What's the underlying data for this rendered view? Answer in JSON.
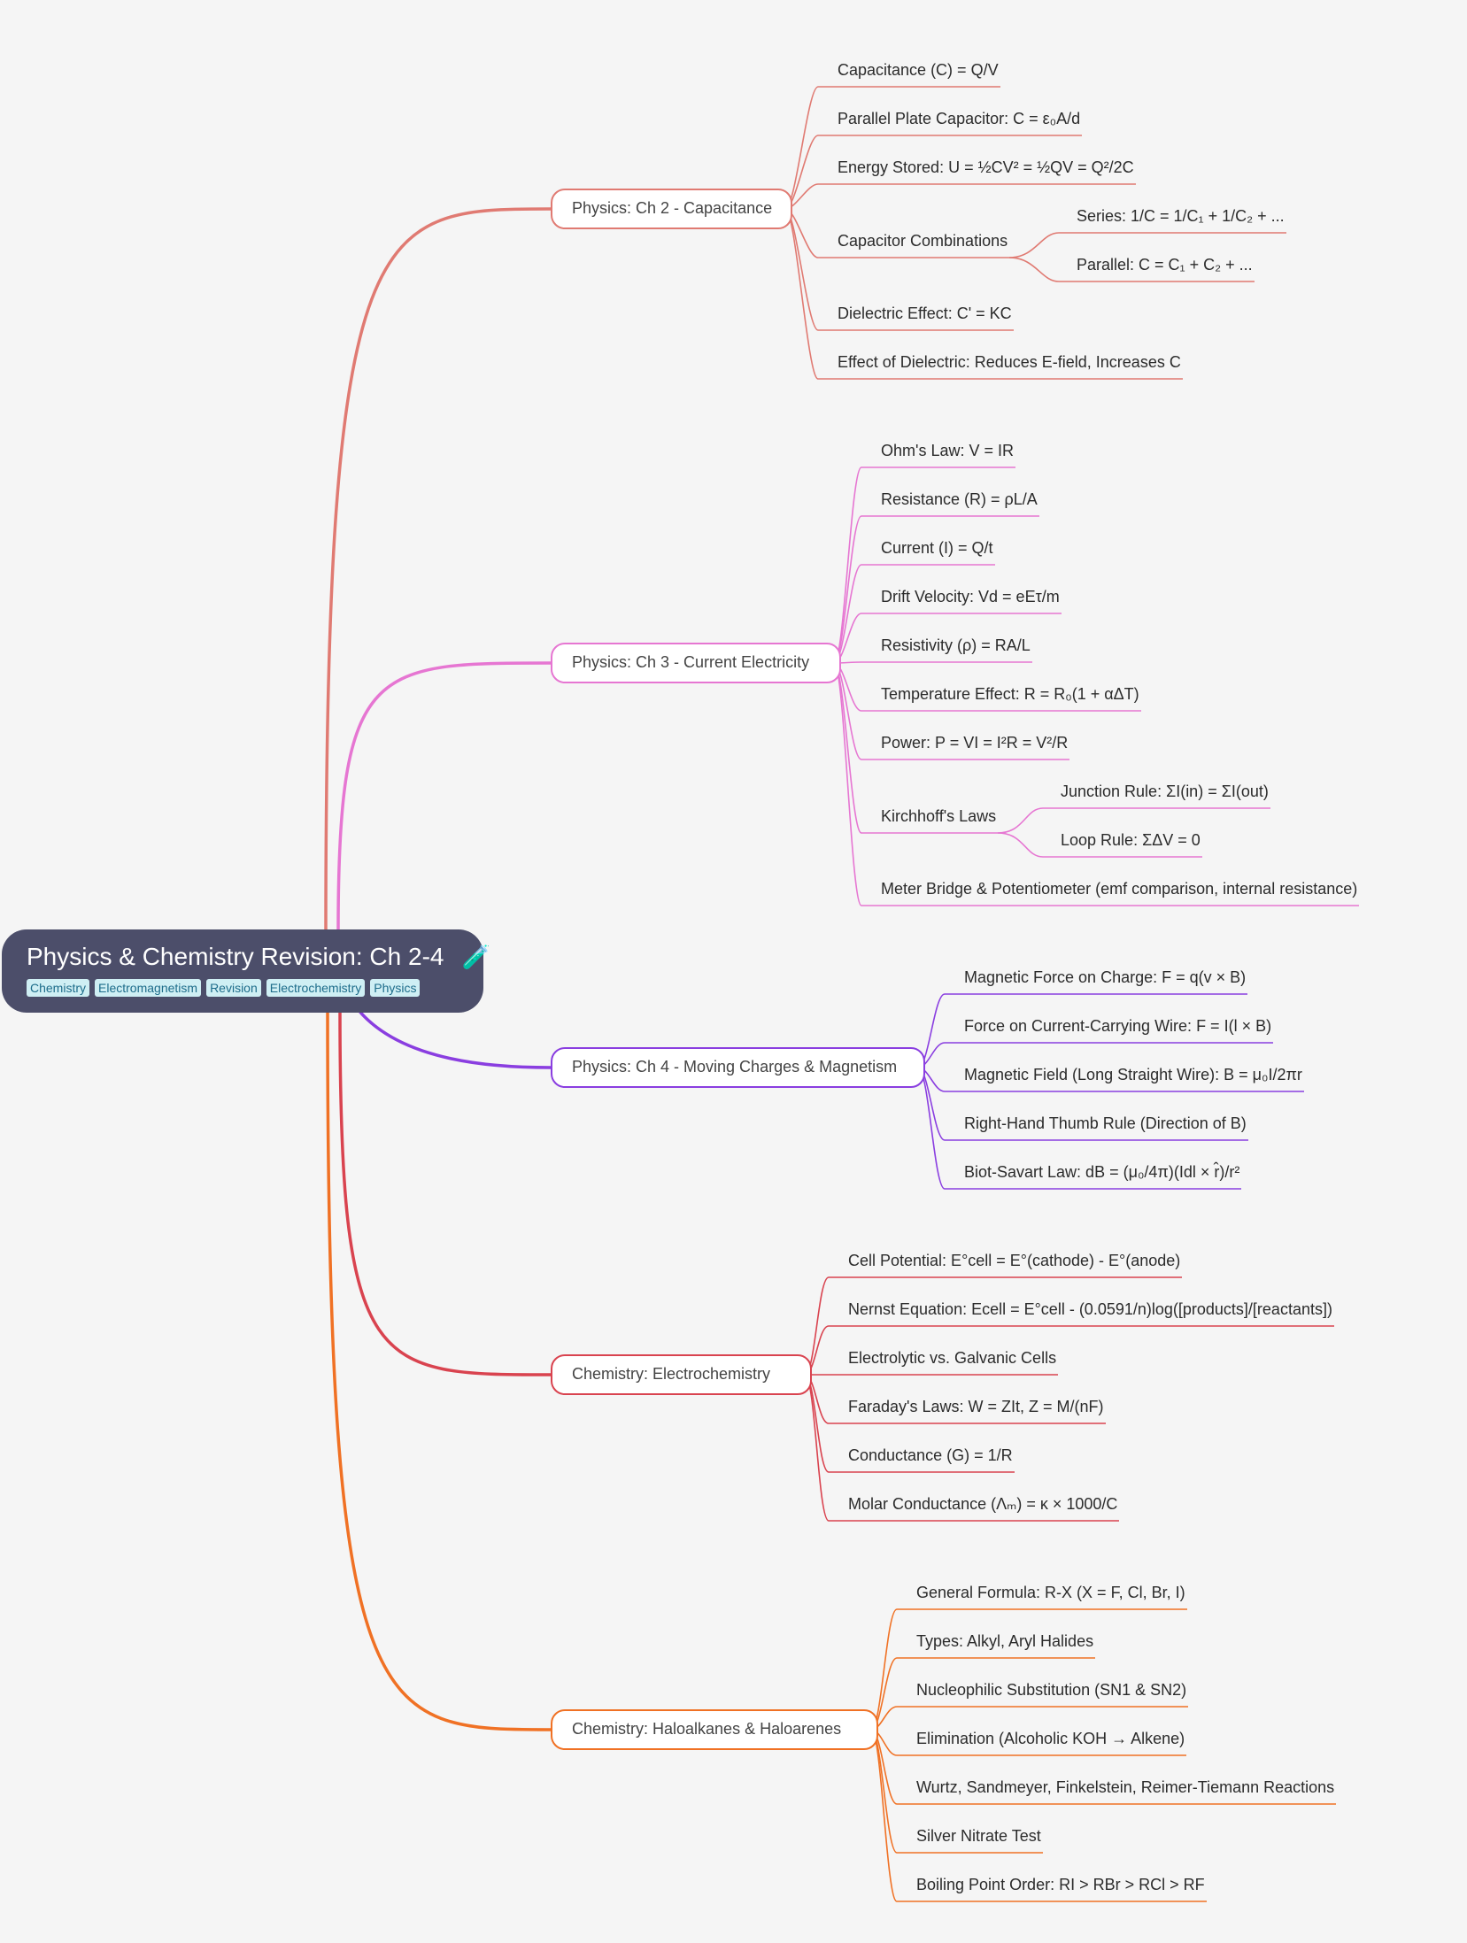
{
  "root": {
    "title": "Physics & Chemistry Revision: Ch 2-4",
    "emoji": "🧪",
    "tags": [
      "Chemistry",
      "Electromagnetism",
      "Revision",
      "Electrochemistry",
      "Physics"
    ]
  },
  "branches": [
    {
      "label": "Physics: Ch 2 - Capacitance",
      "color": "#e07a72",
      "items": [
        {
          "label": "Capacitance (C) = Q/V"
        },
        {
          "label": "Parallel Plate Capacitor: C = ε₀A/d"
        },
        {
          "label": "Energy Stored: U = ½CV² = ½QV = Q²/2C"
        },
        {
          "label": "Capacitor Combinations",
          "children": [
            "Series: 1/C = 1/C₁ + 1/C₂ + ...",
            "Parallel: C = C₁ + C₂ + ..."
          ]
        },
        {
          "label": "Dielectric Effect: C' = KC"
        },
        {
          "label": "Effect of Dielectric: Reduces E-field, Increases C"
        }
      ]
    },
    {
      "label": "Physics: Ch 3 - Current Electricity",
      "color": "#e676d2",
      "items": [
        {
          "label": "Ohm's Law: V = IR"
        },
        {
          "label": "Resistance (R) = ρL/A"
        },
        {
          "label": "Current (I) = Q/t"
        },
        {
          "label": "Drift Velocity: Vd = eEτ/m"
        },
        {
          "label": "Resistivity (ρ) = RA/L"
        },
        {
          "label": "Temperature Effect: R = R₀(1 + αΔT)"
        },
        {
          "label": "Power: P = VI = I²R = V²/R"
        },
        {
          "label": "Kirchhoff's Laws",
          "children": [
            "Junction Rule: ΣI(in) = ΣI(out)",
            "Loop Rule: ΣΔV = 0"
          ]
        },
        {
          "label": "Meter Bridge & Potentiometer (emf comparison, internal resistance)"
        }
      ]
    },
    {
      "label": "Physics: Ch 4 - Moving Charges & Magnetism",
      "color": "#8a3ee0",
      "items": [
        {
          "label": "Magnetic Force on Charge: F = q(v × B)"
        },
        {
          "label": "Force on Current-Carrying Wire: F = I(l × B)"
        },
        {
          "label": "Magnetic Field (Long Straight Wire): B = μ₀I/2πr"
        },
        {
          "label": "Right-Hand Thumb Rule (Direction of B)"
        },
        {
          "label": "Biot-Savart Law: dB = (μ₀/4π)(Idl × r̂)/r²"
        }
      ]
    },
    {
      "label": "Chemistry: Electrochemistry",
      "color": "#d9434f",
      "items": [
        {
          "label": "Cell Potential: E°cell = E°(cathode) - E°(anode)"
        },
        {
          "label": "Nernst Equation: Ecell = E°cell - (0.0591/n)log([products]/[reactants])"
        },
        {
          "label": "Electrolytic vs. Galvanic Cells"
        },
        {
          "label": "Faraday's Laws: W = ZIt, Z = M/(nF)"
        },
        {
          "label": "Conductance (G) = 1/R"
        },
        {
          "label": "Molar Conductance (Λₘ) = κ × 1000/C"
        }
      ]
    },
    {
      "label": "Chemistry: Haloalkanes & Haloarenes",
      "color": "#f07124",
      "items": [
        {
          "label": "General Formula: R-X (X = F, Cl, Br, I)"
        },
        {
          "label": "Types: Alkyl, Aryl Halides"
        },
        {
          "label": "Nucleophilic Substitution (SN1 & SN2)"
        },
        {
          "label": "Elimination (Alcoholic KOH → Alkene)"
        },
        {
          "label": "Wurtz, Sandmeyer, Finkelstein, Reimer-Tiemann Reactions"
        },
        {
          "label": "Silver Nitrate Test"
        },
        {
          "label": "Boiling Point Order: RI > RBr > RCl > RF"
        }
      ]
    }
  ]
}
